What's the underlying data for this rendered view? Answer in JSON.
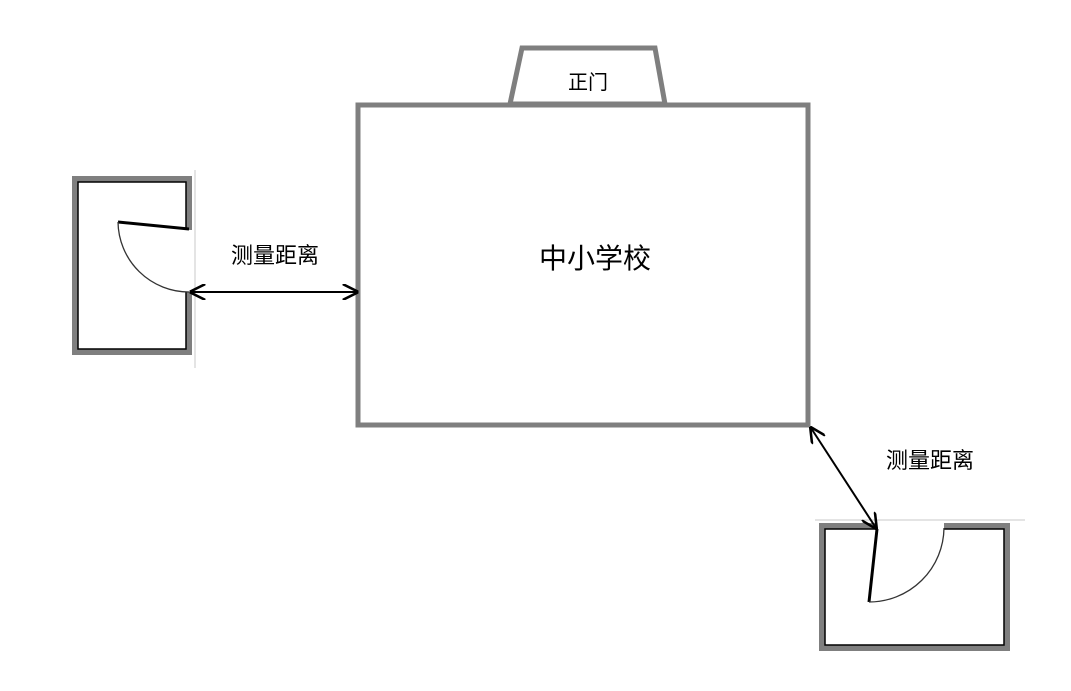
{
  "school": {
    "label": "中小学校",
    "gate_label": "正门"
  },
  "measurements": [
    {
      "label": "测量距离"
    },
    {
      "label": "测量距离"
    }
  ],
  "colors": {
    "wall": "#7f7f7f",
    "line": "#000000",
    "guide": "#c8c8c8"
  }
}
